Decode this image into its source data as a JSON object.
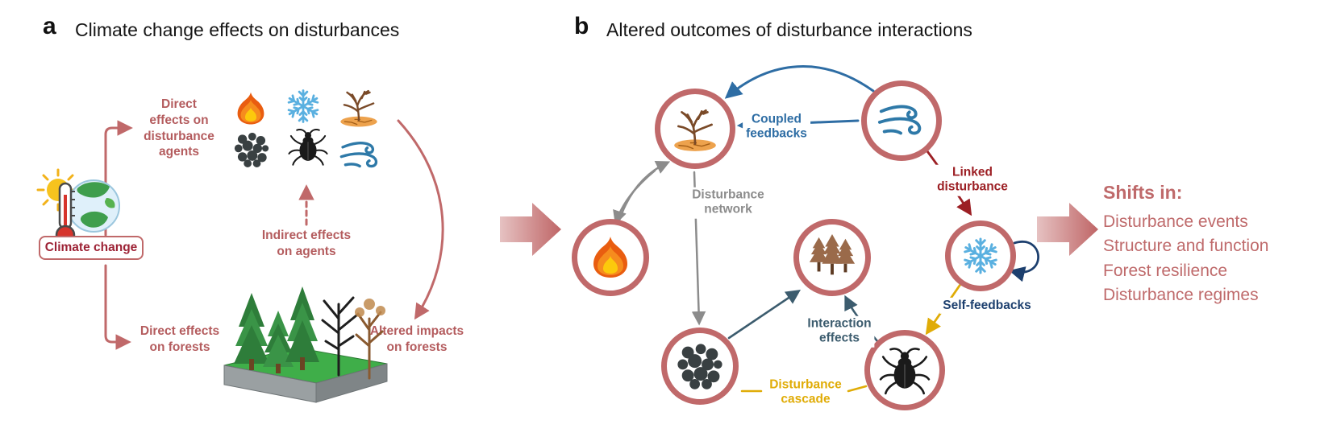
{
  "panel_a": {
    "label": "a",
    "title": "Climate change effects on disturbances",
    "climate_change_label": "Climate change",
    "labels": {
      "direct_agents": "Direct\neffects on\ndisturbance\nagents",
      "indirect_agents": "Indirect effects\non agents",
      "direct_forests": "Direct effects\non forests",
      "altered_impacts": "Altered impacts\non forests"
    },
    "icons": [
      "fire",
      "snowflake",
      "drought",
      "pathogens",
      "beetle",
      "wind",
      "forest",
      "climate-sun-thermometer-globe"
    ]
  },
  "panel_b": {
    "label": "b",
    "title": "Altered outcomes of disturbance interactions",
    "nodes": [
      "drought",
      "wind",
      "fire",
      "dead-trees",
      "snowflake",
      "pathogens",
      "beetle"
    ],
    "edge_labels": {
      "coupled": "Coupled\nfeedbacks",
      "linked": "Linked\ndisturbance",
      "network": "Disturbance\nnetwork",
      "interaction": "Interaction\neffects",
      "self": "Self-feedbacks",
      "cascade": "Disturbance\ncascade"
    },
    "shifts": {
      "title": "Shifts in:",
      "items": [
        "Disturbance events",
        "Structure and function",
        "Forest resilience",
        "Disturbance regimes"
      ]
    }
  },
  "colors": {
    "rose_accent": "#c0696a",
    "rose_text": "#b45c5e",
    "dark_red": "#9c1f24",
    "blue": "#2e6da4",
    "navy": "#1c3f6e",
    "teal": "#3c5c6e",
    "yellow": "#e0ac07",
    "gray": "#8c8c8c"
  }
}
